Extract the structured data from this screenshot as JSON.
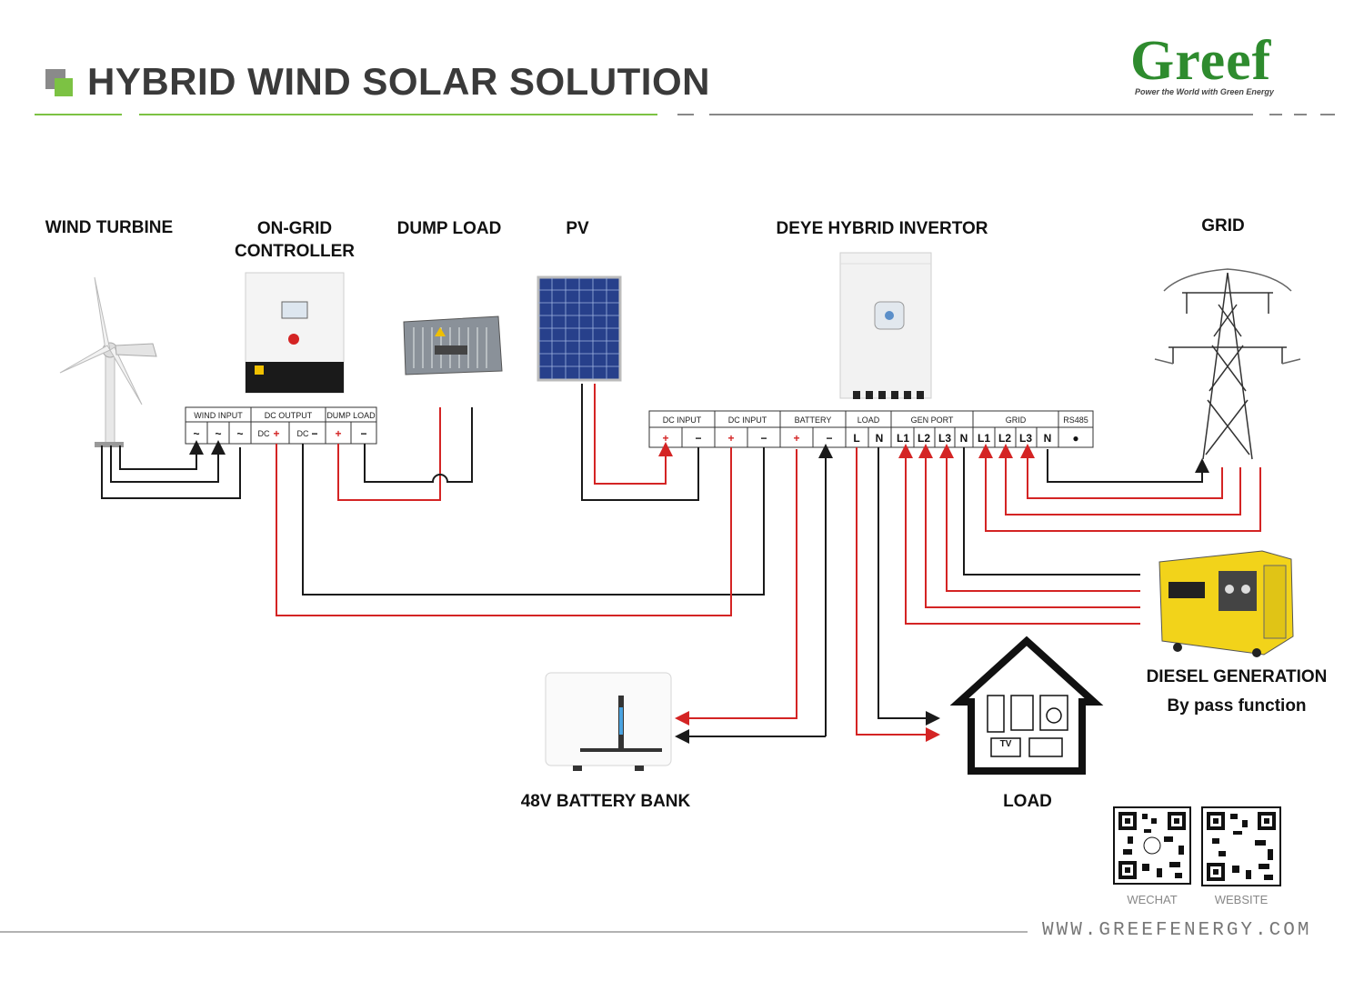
{
  "title": "HYBRID WIND SOLAR SOLUTION",
  "logo": {
    "name": "Greef",
    "tagline": "Power the World with Green Energy"
  },
  "components": {
    "wind_turbine": "WIND TURBINE",
    "controller_line1": "ON-GRID",
    "controller_line2": "CONTROLLER",
    "dump_load": "DUMP LOAD",
    "pv": "PV",
    "inverter": "DEYE HYBRID INVERTOR",
    "grid": "GRID",
    "diesel_line1": "DIESEL GENERATION",
    "diesel_line2": "By pass function",
    "battery": "48V BATTERY BANK",
    "load": "LOAD"
  },
  "controller_terminals": {
    "wind_input": "WIND INPUT",
    "dc_output": "DC OUTPUT",
    "dump_load": "DUMP LOAD",
    "tilde": "~",
    "dc": "DC",
    "plus": "+",
    "minus": "−"
  },
  "inverter_terminals": {
    "dc_input": "DC INPUT",
    "battery": "BATTERY",
    "load": "LOAD",
    "gen_port": "GEN PORT",
    "grid": "GRID",
    "rs485": "RS485",
    "L": "L",
    "N": "N",
    "L1": "L1",
    "L2": "L2",
    "L3": "L3",
    "dot": "●"
  },
  "house_appliances": {
    "tv": "TV"
  },
  "qr": {
    "wechat": "WECHAT",
    "website": "WEBSITE"
  },
  "website_url": "WWW.GREEFENERGY.COM",
  "colors": {
    "accent_green": "#7cc243",
    "wire_red": "#d42424",
    "wire_black": "#1a1a1a"
  }
}
